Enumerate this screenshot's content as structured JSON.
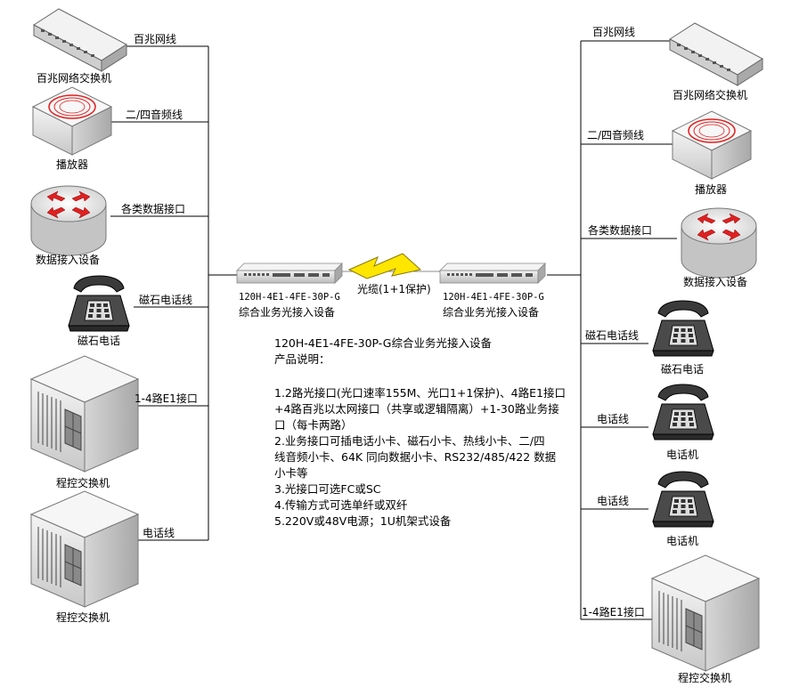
{
  "left": {
    "devices": {
      "switch": "百兆网络交换机",
      "player": "播放器",
      "router": "数据接入设备",
      "phone": "磁石电话",
      "pbx1": "程控交换机",
      "pbx2": "程控交换机"
    },
    "lines": {
      "switch": "百兆网线",
      "player": "二/四音频线",
      "router": "各类数据接口",
      "phone": "磁石电话线",
      "pbx1": "1-4路E1接口",
      "pbx2": "电话线"
    }
  },
  "right": {
    "devices": {
      "switch": "百兆网络交换机",
      "player": "播放器",
      "router": "数据接入设备",
      "phone1": "磁石电话",
      "phone2": "电话机",
      "phone3": "电话机",
      "pbx": "程控交换机"
    },
    "lines": {
      "switch": "百兆网线",
      "player": "二/四音频线",
      "router": "各类数据接口",
      "phone1": "磁石电话线",
      "phone2": "电话线",
      "phone3": "电话线",
      "pbx": "1-4路E1接口"
    }
  },
  "center": {
    "left_model": "120H-4E1-4FE-30P-G",
    "left_name": "综合业务光接入设备",
    "right_model": "120H-4E1-4FE-30P-G",
    "right_name": "综合业务光接入设备",
    "link_label": "光缆(1+1保护)"
  },
  "description": {
    "title": "120H-4E1-4FE-30P-G综合业务光接入设备",
    "subtitle": "产品说明：",
    "lines": [
      "1.2路光接口(光口速率155M、光口1+1保护)、4路E1接口",
      "+4路百兆以太网接口（共享或逻辑隔离）+1-30路业务接",
      "口（每卡两路）",
      "2.业务接口可插电话小卡、磁石小卡、热线小卡、二/四",
      "线音频小卡、64K 同向数据小卡、RS232/485/422 数据",
      "小卡等",
      "3.光接口可选FC或SC",
      "4.传输方式可选单纤或双纤",
      "5.220V或48V电源；1U机架式设备"
    ]
  },
  "colors": {
    "line": "#000000",
    "signal_red": "#e02020",
    "bolt_yellow": "#ffe600",
    "bolt_outline": "#8a7a00",
    "device_gray": "#e8e8e8"
  },
  "icons": {
    "switch": "network-switch-icon",
    "player": "media-player-icon",
    "router": "router-icon",
    "phone": "telephone-icon",
    "pbx": "pbx-cabinet-icon",
    "mux": "optical-mux-icon",
    "link": "lightning-bolt-icon"
  }
}
